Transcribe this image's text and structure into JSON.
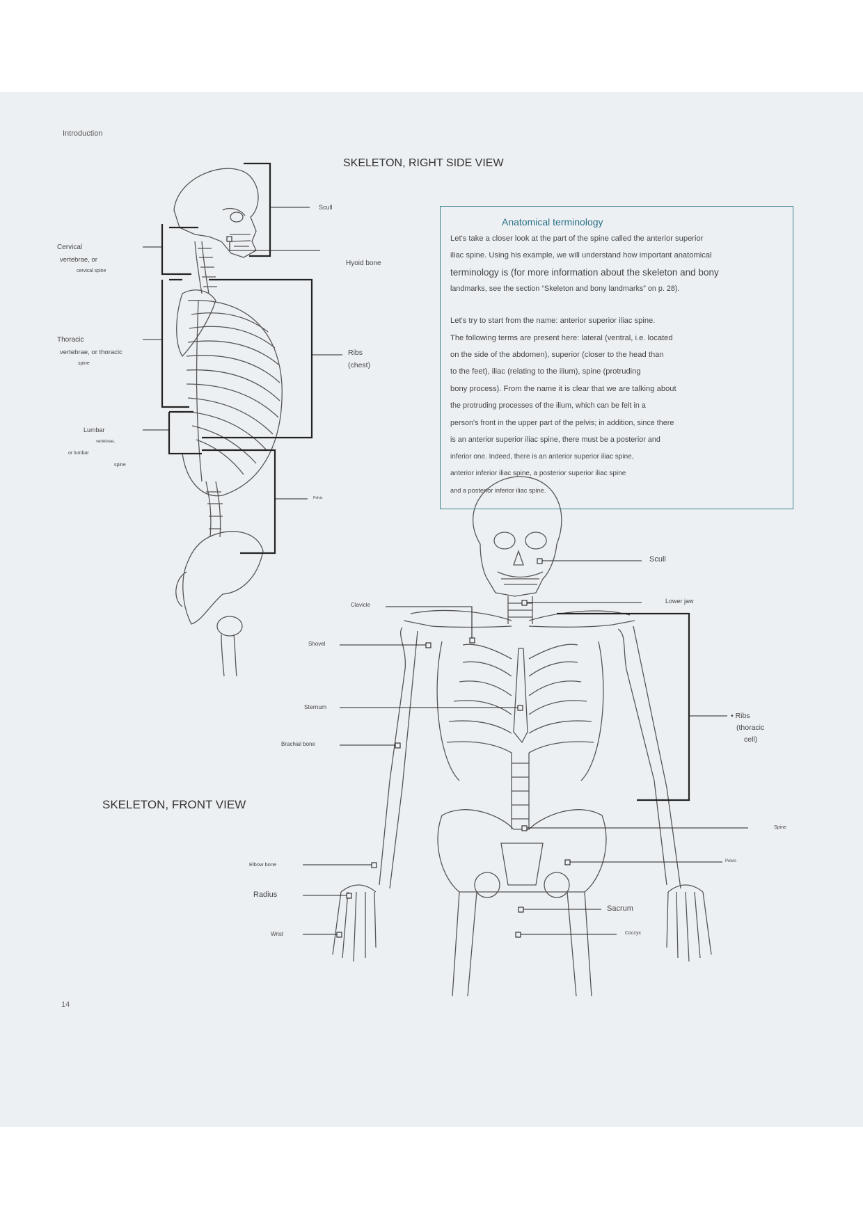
{
  "header": {
    "section": "Introduction",
    "page_number": "14"
  },
  "side_view": {
    "title": "SKELETON, RIGHT SIDE VIEW",
    "labels": {
      "cervical_1": "Cervical",
      "cervical_2": "vertebrae, or",
      "cervical_3": "cervical spine",
      "thoracic_1": "Thoracic",
      "thoracic_2": "vertebrae, or thoracic",
      "thoracic_3": "spine",
      "lumbar_1": "Lumbar",
      "lumbar_2": "vertebrae,",
      "lumbar_3": "or lumbar",
      "lumbar_4": "spine",
      "scull": "Scull",
      "hyoid": "Hyoid bone",
      "ribs_1": "Ribs",
      "ribs_2": "(chest)",
      "pelvis": "Pelvis"
    }
  },
  "terminology": {
    "title": "Anatomical terminology",
    "lines": [
      "Let's take a closer look at the part of the spine called the anterior superior",
      "iliac spine. Using his example, we will understand how important anatomical",
      "terminology is (for more information about the skeleton and bony",
      "landmarks, see the section “Skeleton and bony landmarks” on p. 28).",
      "Let's try to start from the name: anterior superior iliac spine.",
      "The following terms are present here: lateral (ventral, i.e. located",
      "on the side of the abdomen), superior (closer to the head than",
      "to the feet), iliac (relating to the ilium), spine (protruding",
      "bony process). From the name it is clear that we are talking about",
      "the protruding processes of the ilium, which can be felt in a",
      "person's front in the upper part of the pelvis; in addition, since there",
      "is an anterior superior iliac spine, there must be a posterior and",
      "inferior one. Indeed, there is an anterior superior iliac spine,",
      "anterior inferior iliac spine, a posterior superior iliac spine",
      "and a posterior inferior iliac spine."
    ]
  },
  "front_view": {
    "title": "SKELETON, FRONT VIEW",
    "labels": {
      "scull": "Scull",
      "lower_jaw": "Lower jaw",
      "clavicle": "Clavicle",
      "shovel": "Shovel",
      "sternum": "Sternum",
      "brachial": "Brachial bone",
      "ribs_1": "• Ribs",
      "ribs_2": "(thoracic",
      "ribs_3": "cell)",
      "spine": "Spine",
      "elbow": "Elbow bone",
      "pelvis": "Pelvis",
      "radius": "Radius",
      "sacrum": "Sacrum",
      "wrist": "Wrist",
      "coccyx": "Coccyx"
    }
  }
}
